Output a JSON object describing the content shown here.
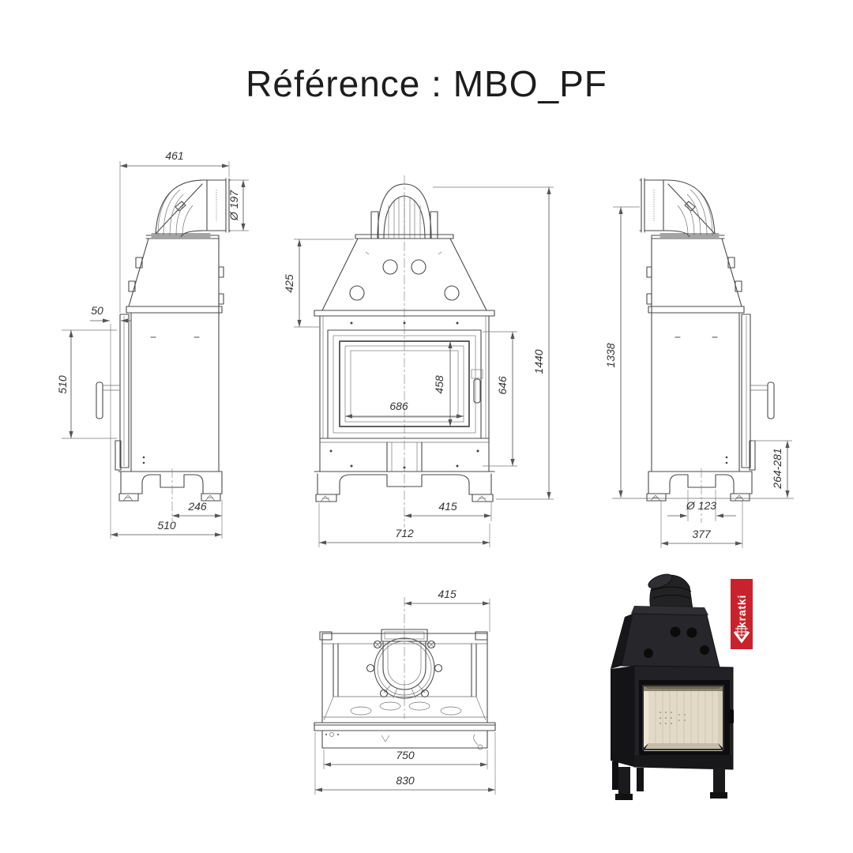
{
  "title": "Référence : MBO_PF",
  "logo": {
    "text": "kratki",
    "color": "#c8232c"
  },
  "views": {
    "left_side": {
      "dims": {
        "overall_depth": "461",
        "flue_diameter": "Ø 197",
        "front_offset": "50",
        "door_height": "510",
        "foot_offset": "246",
        "base_depth": "510"
      }
    },
    "front": {
      "dims": {
        "hood_height": "425",
        "glass_height": "458",
        "glass_width": "686",
        "door_height": "646",
        "overall_height": "1440",
        "foot_to_center": "415",
        "feet_span": "712"
      }
    },
    "right_side": {
      "dims": {
        "overall_height": "1338",
        "outlet_height": "264-281",
        "outlet_diameter": "Ø 123",
        "base_depth": "377"
      }
    },
    "top": {
      "dims": {
        "flue_offset": "415",
        "inner_width": "750",
        "overall_width": "830"
      }
    }
  }
}
